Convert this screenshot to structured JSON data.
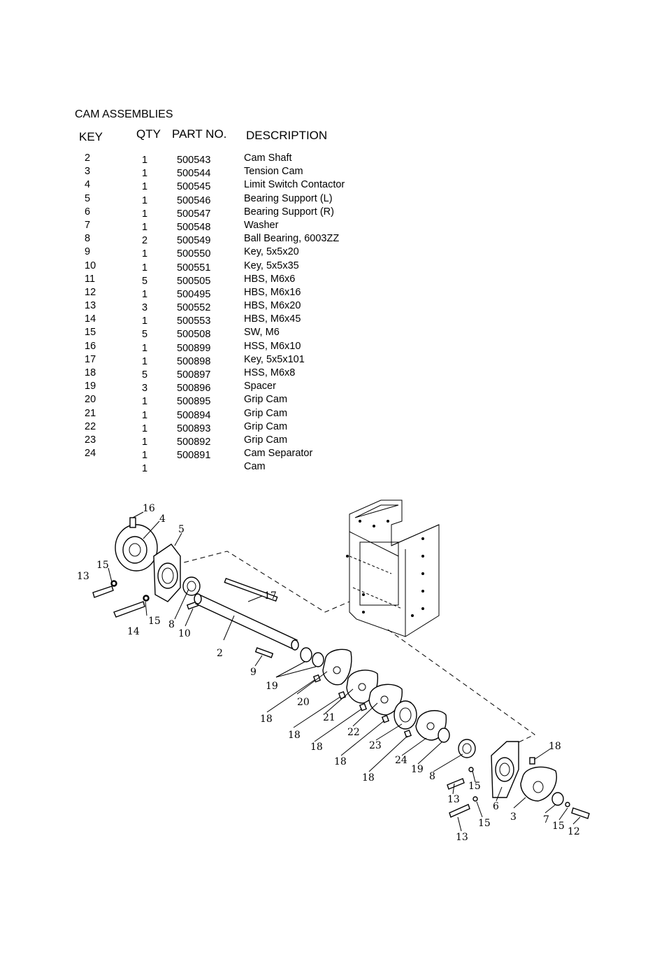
{
  "section_title": "CAM ASSEMBLIES",
  "columns": {
    "key": "KEY",
    "qty": "QTY",
    "part_no": "PART NO.",
    "description": "DESCRIPTION"
  },
  "parts": [
    {
      "key": "2",
      "qty": "1",
      "part_no": "500543",
      "description": "Cam Shaft"
    },
    {
      "key": "3",
      "qty": "1",
      "part_no": "500544",
      "description": "Tension Cam"
    },
    {
      "key": "4",
      "qty": "1",
      "part_no": "500545",
      "description": "Limit Switch Contactor"
    },
    {
      "key": "5",
      "qty": "1",
      "part_no": "500546",
      "description": "Bearing Support (L)"
    },
    {
      "key": "6",
      "qty": "1",
      "part_no": "500547",
      "description": "Bearing Support (R)"
    },
    {
      "key": "7",
      "qty": "1",
      "part_no": "500548",
      "description": "Washer"
    },
    {
      "key": "8",
      "qty": "2",
      "part_no": "500549",
      "description": "Ball Bearing, 6003ZZ"
    },
    {
      "key": "9",
      "qty": "1",
      "part_no": "500550",
      "description": "Key,  5x5x20"
    },
    {
      "key": "10",
      "qty": "1",
      "part_no": "500551",
      "description": "Key, 5x5x35"
    },
    {
      "key": "11",
      "qty": "5",
      "part_no": "500505",
      "description": "HBS, M6x6"
    },
    {
      "key": "12",
      "qty": "1",
      "part_no": "500495",
      "description": "HBS, M6x16"
    },
    {
      "key": "13",
      "qty": "3",
      "part_no": "500552",
      "description": "HBS, M6x20"
    },
    {
      "key": "14",
      "qty": "1",
      "part_no": "500553",
      "description": "HBS, M6x45"
    },
    {
      "key": "15",
      "qty": "5",
      "part_no": "500508",
      "description": "SW, M6"
    },
    {
      "key": "16",
      "qty": "1",
      "part_no": "500899",
      "description": "HSS, M6x10"
    },
    {
      "key": "17",
      "qty": "1",
      "part_no": "500898",
      "description": "Key, 5x5x101"
    },
    {
      "key": "18",
      "qty": "5",
      "part_no": "500897",
      "description": "HSS, M6x8"
    },
    {
      "key": "19",
      "qty": "3",
      "part_no": "500896",
      "description": "Spacer"
    },
    {
      "key": "20",
      "qty": "1",
      "part_no": "500895",
      "description": "Grip Cam"
    },
    {
      "key": "21",
      "qty": "1",
      "part_no": "500894",
      "description": "Grip Cam"
    },
    {
      "key": "22",
      "qty": "1",
      "part_no": "500893",
      "description": "Grip Cam"
    },
    {
      "key": "23",
      "qty": "1",
      "part_no": "500892",
      "description": "Grip Cam"
    },
    {
      "key": "24",
      "qty": "1",
      "part_no": "500891",
      "description": "Cam Separator"
    },
    {
      "key": "",
      "qty": "1",
      "part_no": "",
      "description": "Cam"
    }
  ],
  "diagram_callouts": [
    "16",
    "4",
    "5",
    "15",
    "13",
    "17",
    "15",
    "14",
    "8",
    "10",
    "2",
    "9",
    "19",
    "20",
    "18",
    "21",
    "18",
    "22",
    "18",
    "23",
    "18",
    "24",
    "19",
    "18",
    "8",
    "15",
    "13",
    "6",
    "3",
    "15",
    "7",
    "13",
    "15",
    "12"
  ]
}
